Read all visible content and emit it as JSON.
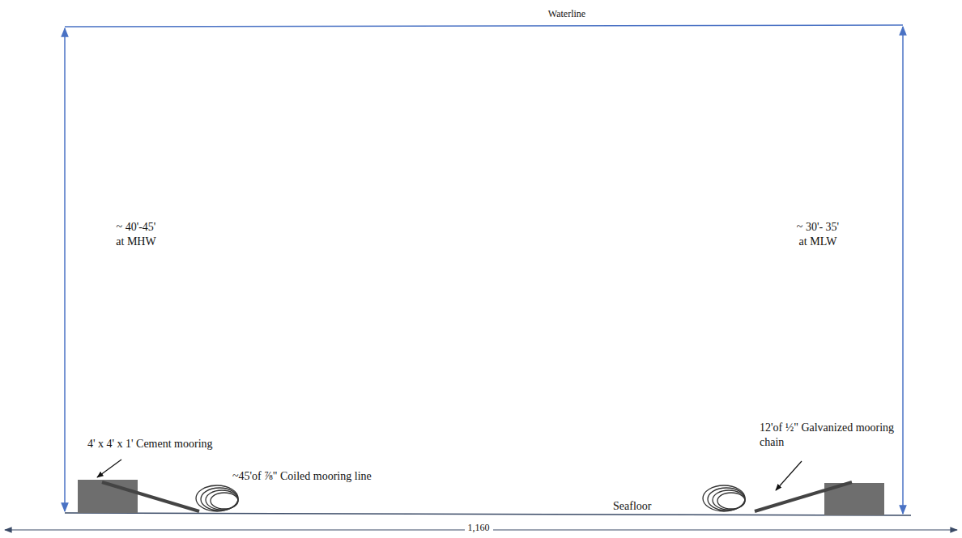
{
  "diagram": {
    "labels": [
      "Waterline",
      "~ 40'-45' at MHW",
      "~ 30'- 35' at MLW",
      "4' x 4' x 1' Cement mooring",
      "~45'of ⅞\" Coiled mooring line",
      "12'of ½\" Galvanized mooring chain",
      "Seafloor",
      "1,160"
    ]
  }
}
